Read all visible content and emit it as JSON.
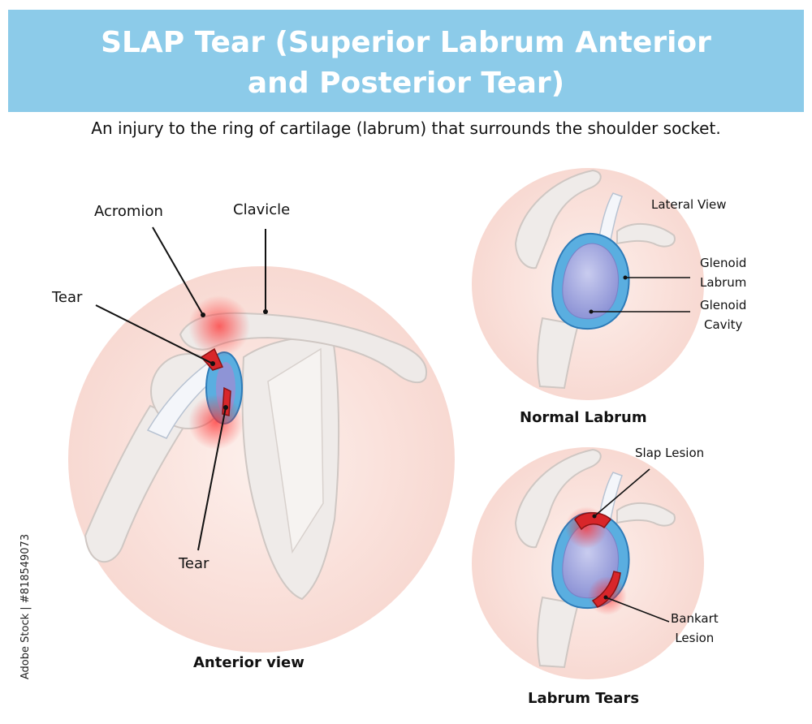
{
  "header": {
    "title_line1": "SLAP Tear (Superior Labrum Anterior",
    "title_line2": "and Posterior Tear)",
    "subtitle": "An injury to the ring of cartilage (labrum) that surrounds the shoulder socket."
  },
  "anterior": {
    "labels": {
      "acromion": "Acromion",
      "clavicle": "Clavicle",
      "tear_upper": "Tear",
      "tear_lower": "Tear"
    },
    "caption": "Anterior view"
  },
  "normal": {
    "labels": {
      "lateral_view": "Lateral View",
      "glenoid_labrum_1": "Glenoid",
      "glenoid_labrum_2": "Labrum",
      "glenoid_cavity_1": "Glenoid",
      "glenoid_cavity_2": "Cavity"
    },
    "caption": "Normal Labrum"
  },
  "tears": {
    "labels": {
      "slap": "Slap Lesion",
      "bankart_1": "Bankart",
      "bankart_2": "Lesion"
    },
    "caption": "Labrum Tears"
  },
  "stock_id": "Adobe Stock | #818549073",
  "colors": {
    "banner": "#8ccbe9",
    "circle": "#f9ddd6",
    "bone": "#eeeae8",
    "labrum": "#5aaee0",
    "cavity": "#b4b9e6",
    "tear": "#d8262a"
  }
}
